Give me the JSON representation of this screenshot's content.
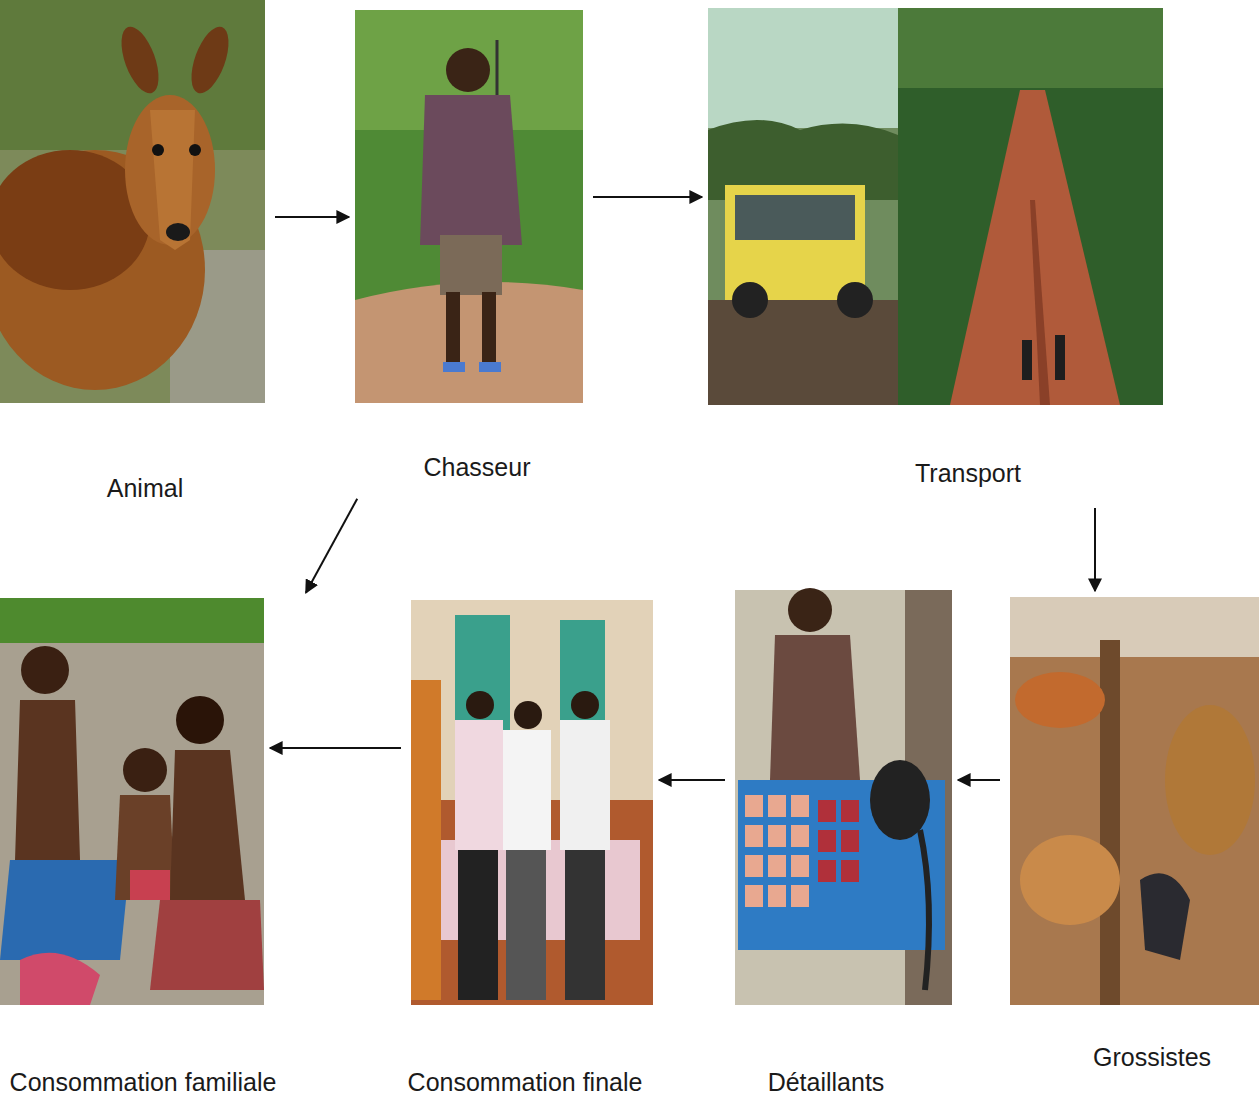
{
  "diagram": {
    "nodes": [
      {
        "text": [
          "Animal"
        ]
      },
      {
        "text": [
          "Chasseur"
        ]
      },
      {
        "text": [
          "Transport"
        ]
      },
      {
        "text": [
          "Grossistes"
        ]
      },
      {
        "text": [
          "Détaillants"
        ]
      },
      {
        "text": [
          "Consommation finale"
        ]
      },
      {
        "text": [
          "Consommation familiale"
        ]
      }
    ],
    "edges": [
      {
        "from": 0,
        "to": 1,
        "arrow": "to"
      },
      {
        "from": 1,
        "to": 2,
        "arrow": "to"
      },
      {
        "from": 2,
        "to": 3,
        "arrow": "to"
      },
      {
        "from": 3,
        "to": 4,
        "arrow": "to"
      },
      {
        "from": 4,
        "to": 5,
        "arrow": "to"
      },
      {
        "from": 5,
        "to": 6,
        "arrow": "to"
      },
      {
        "from": 1,
        "to": 6,
        "arrow": "to"
      }
    ]
  }
}
